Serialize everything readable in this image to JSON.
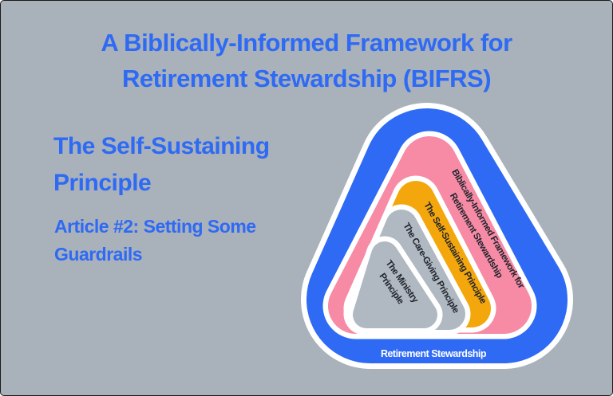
{
  "title": {
    "line1": "A Biblically-Informed Framework for",
    "line2": "Retirement Stewardship (BIFRS)"
  },
  "left_panel": {
    "heading_line1": "The Self-Sustaining",
    "heading_line2": "Principle",
    "subheading_line1": "Article #2: Setting Some",
    "subheading_line2": "Guardrails"
  },
  "diagram": {
    "layers": [
      {
        "name": "retirement-stewardship",
        "label_lines": [
          "Retirement Stewardship"
        ],
        "fill": "#2e6af4",
        "label_color": "#ffffff"
      },
      {
        "name": "biblically-informed-framework",
        "label_lines": [
          "Biblically-Informed Framework for",
          "Retirement Stewardship"
        ],
        "fill": "#f78ba6",
        "label_color": "#20242c"
      },
      {
        "name": "self-sustaining-principle",
        "label_lines": [
          "The Self-Sustaining Principle"
        ],
        "fill": "#f4a70c",
        "label_color": "#20242c"
      },
      {
        "name": "care-giving-principle",
        "label_lines": [
          "The Care-Giving Principle"
        ],
        "fill": "#b0b8c1",
        "label_color": "#20242c"
      },
      {
        "name": "ministry-principle",
        "label_lines": [
          "The Ministry",
          "Principle"
        ],
        "fill": "#b0b8c1",
        "label_color": "#20242c"
      }
    ],
    "outline_color": "#ffffff"
  },
  "colors": {
    "background": "#a9b1bb",
    "accent_blue": "#2e6af4"
  }
}
